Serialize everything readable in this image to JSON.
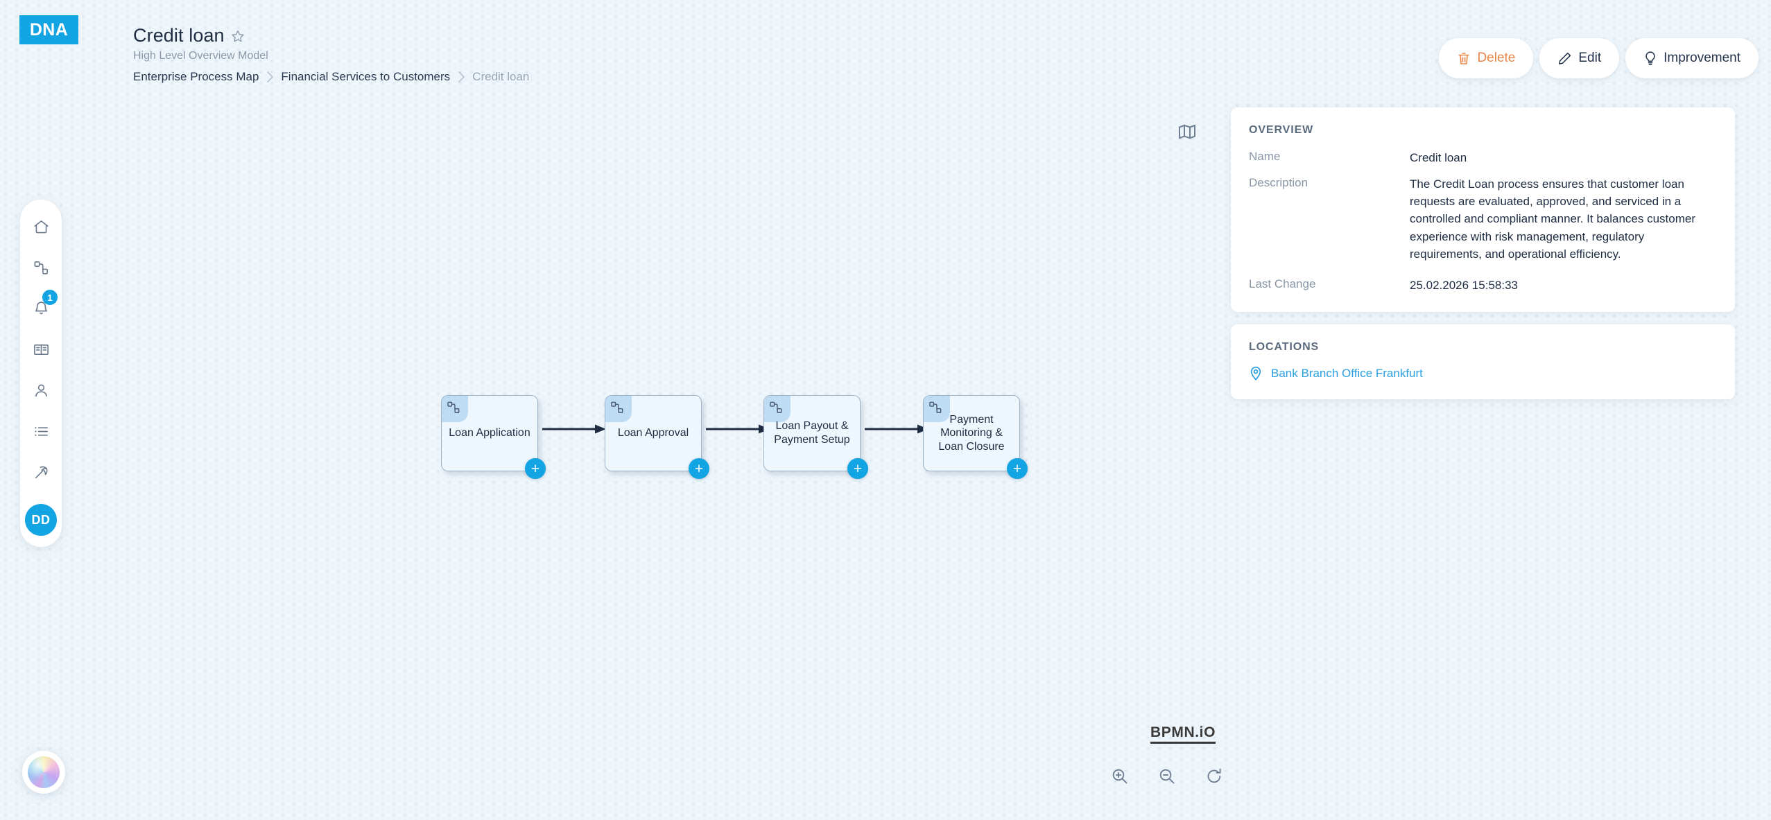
{
  "brand": {
    "logo_text": "DNA",
    "logo_color": "#13a4e3"
  },
  "header": {
    "title": "Credit loan",
    "subtitle": "High Level Overview Model",
    "favorite_icon": "star-outline-icon",
    "breadcrumb": [
      {
        "label": "Enterprise Process Map",
        "current": false
      },
      {
        "label": "Financial Services to Customers",
        "current": false
      },
      {
        "label": "Credit loan",
        "current": true
      }
    ]
  },
  "actions": [
    {
      "label": "Delete",
      "icon": "trash-icon",
      "color": "#e8864a"
    },
    {
      "label": "Edit",
      "icon": "pencil-icon",
      "color": "#22324a"
    },
    {
      "label": "Improvement",
      "icon": "lightbulb-icon",
      "color": "#22324a"
    }
  ],
  "sidebar": {
    "items": [
      {
        "name": "home",
        "icon": "home-icon",
        "badge": ""
      },
      {
        "name": "processes",
        "icon": "process-chain-icon",
        "badge": ""
      },
      {
        "name": "notifications",
        "icon": "bell-icon",
        "badge": "1"
      },
      {
        "name": "glossary",
        "icon": "book-icon",
        "badge": ""
      },
      {
        "name": "profile",
        "icon": "person-icon",
        "badge": ""
      },
      {
        "name": "list",
        "icon": "list-icon",
        "badge": ""
      },
      {
        "name": "process-mining",
        "icon": "pickaxe-icon",
        "badge": ""
      }
    ],
    "avatar_initials": "DD",
    "assistant_icon": "ai-orb-icon"
  },
  "canvas": {
    "map_toggle_icon": "map-icon",
    "watermark": "BPMN.iO",
    "zoom_controls": [
      {
        "name": "zoom-in",
        "icon": "zoom-in-icon"
      },
      {
        "name": "zoom-out",
        "icon": "zoom-out-icon"
      },
      {
        "name": "reset-zoom",
        "icon": "reset-icon"
      }
    ],
    "nodes": [
      {
        "label": "Loan Application",
        "icon": "process-chain-icon",
        "expand": "+"
      },
      {
        "label": "Loan Approval",
        "icon": "process-chain-icon",
        "expand": "+"
      },
      {
        "label": "Loan Payout & Payment Setup",
        "icon": "process-chain-icon",
        "expand": "+"
      },
      {
        "label": "Payment Monitoring & Loan Closure",
        "icon": "process-chain-icon",
        "expand": "+"
      }
    ]
  },
  "panel": {
    "overview": {
      "title": "OVERVIEW",
      "fields": [
        {
          "label": "Name",
          "value": "Credit loan"
        },
        {
          "label": "Description",
          "value": "The Credit Loan process ensures that customer loan requests are evaluated, approved, and serviced in a controlled and compliant manner. It balances customer experience with risk management, regulatory requirements, and operational efficiency."
        },
        {
          "label": "Last Change",
          "value": "25.02.2026 15:58:33"
        }
      ]
    },
    "locations": {
      "title": "LOCATIONS",
      "items": [
        {
          "label": "Bank Branch Office Frankfurt",
          "icon": "map-pin-icon"
        }
      ]
    }
  }
}
